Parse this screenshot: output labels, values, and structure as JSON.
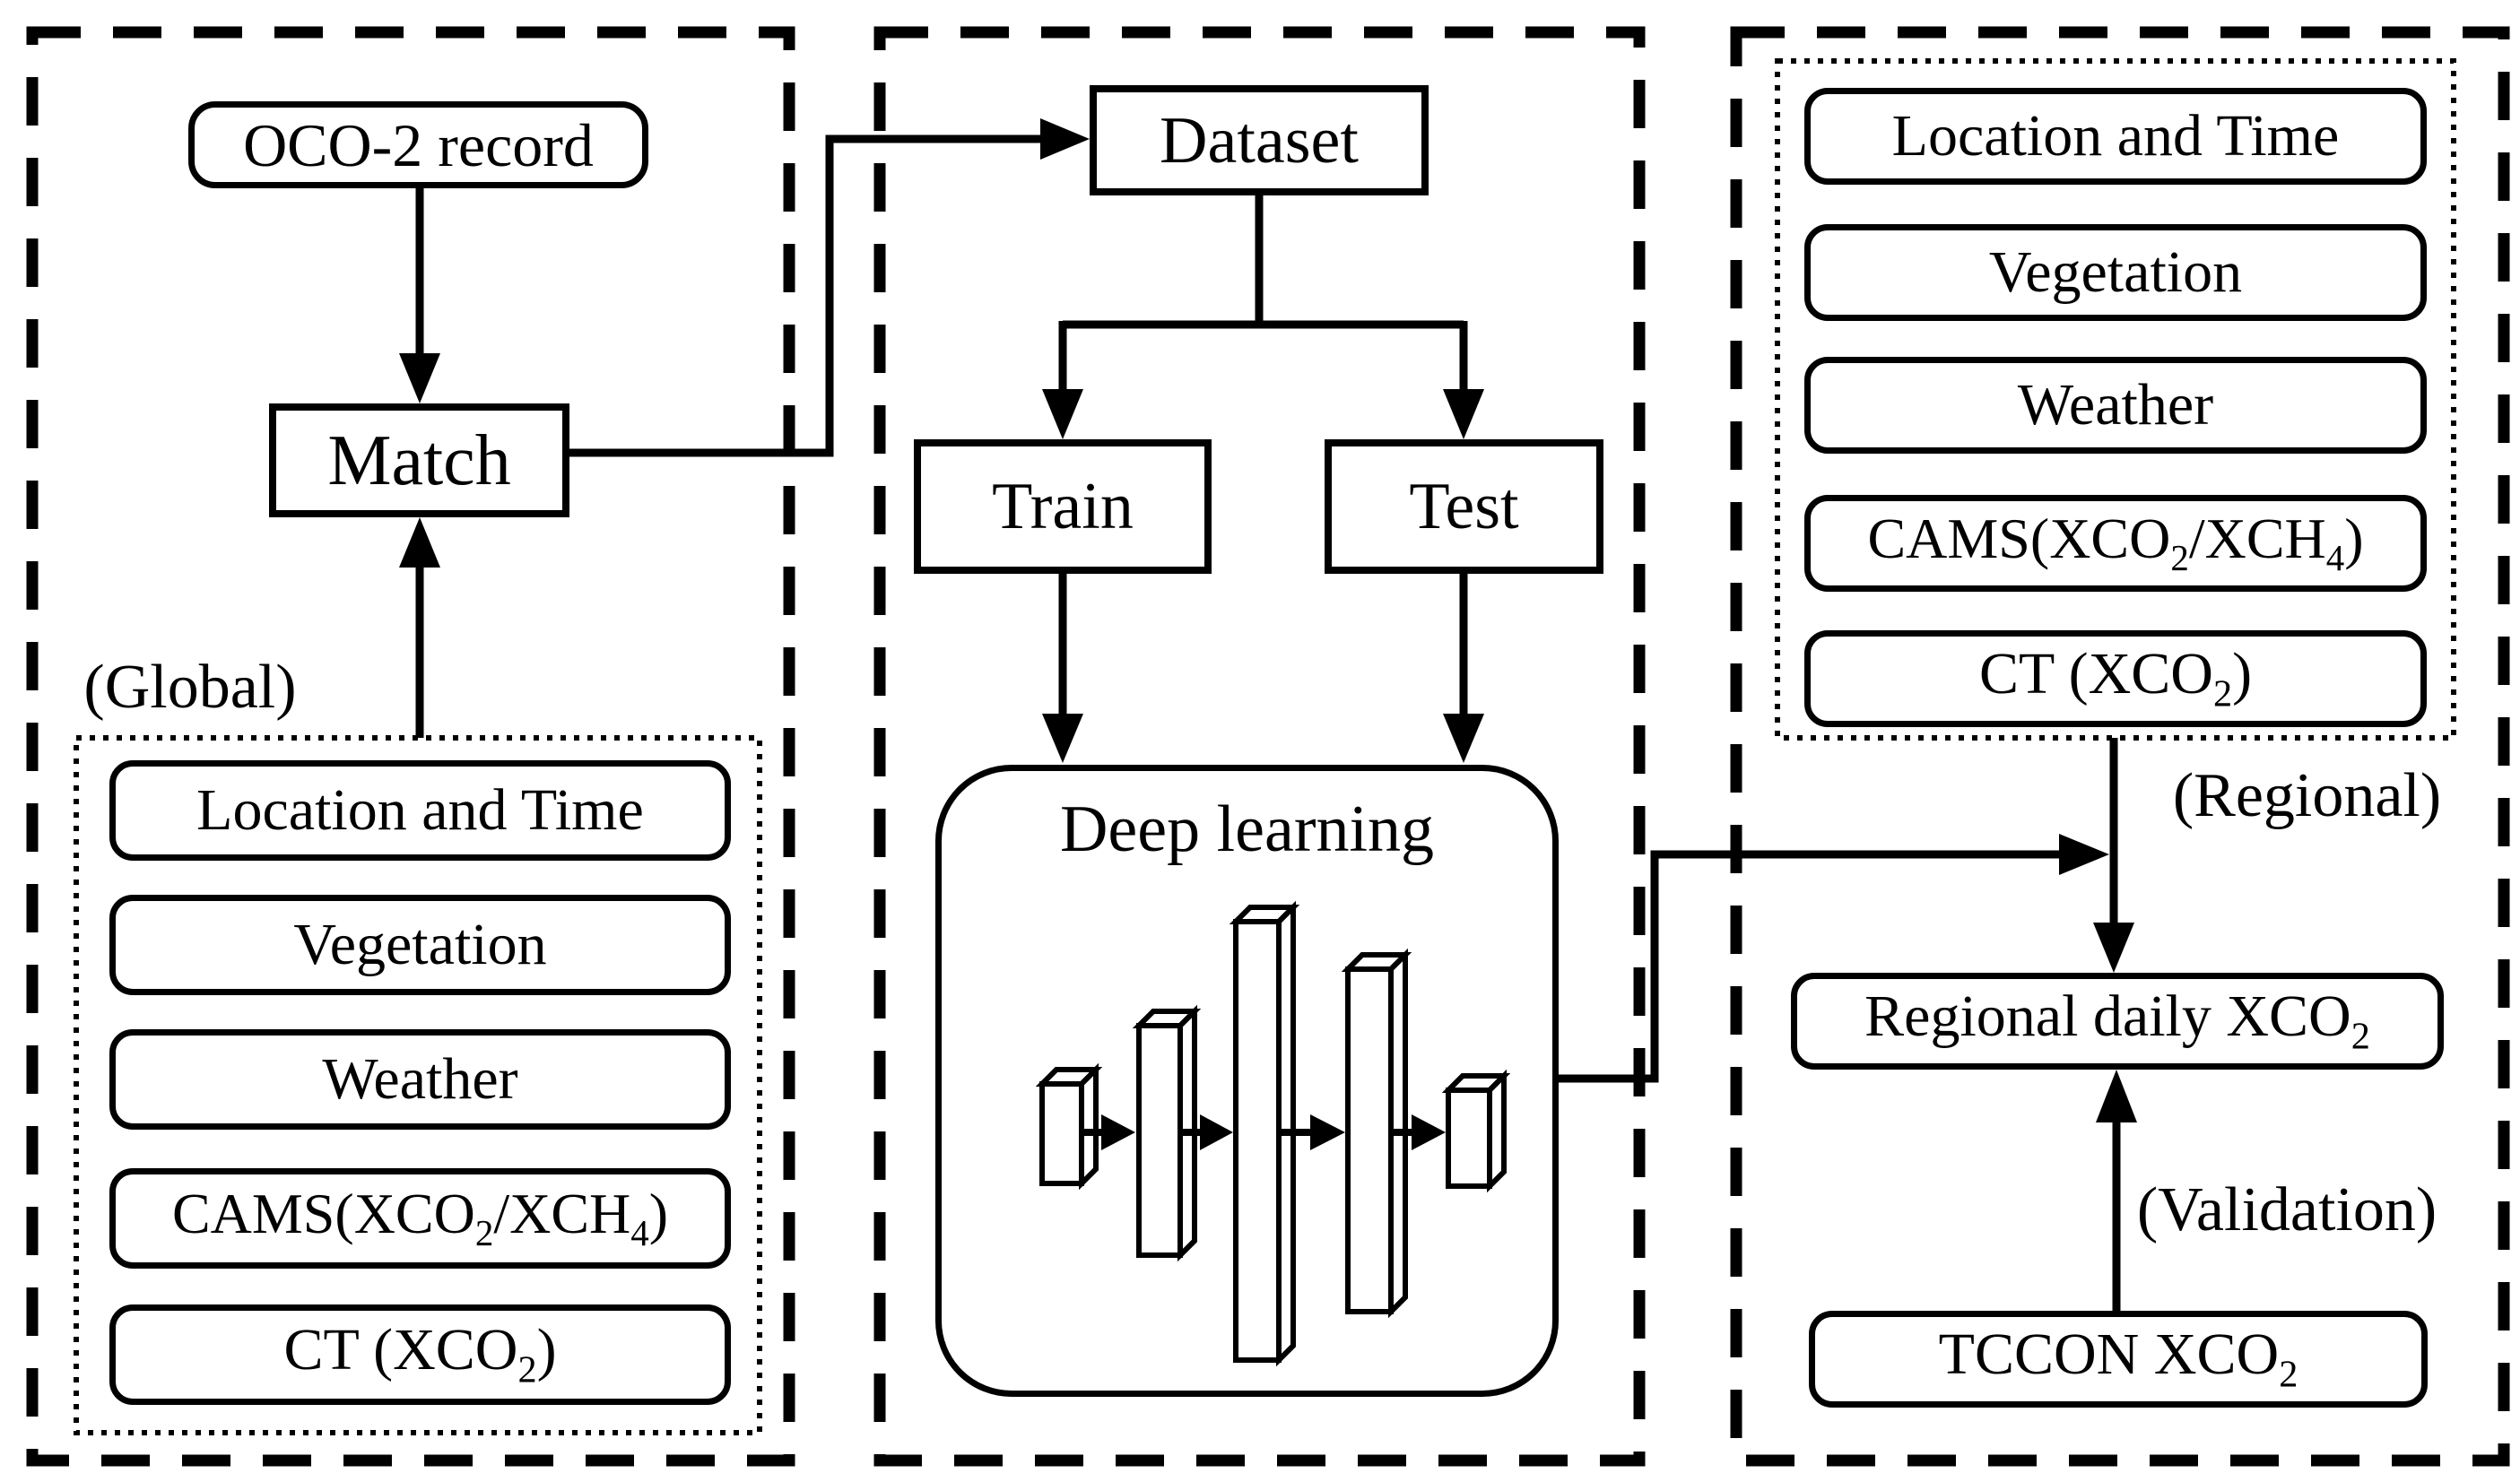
{
  "diagram": {
    "title_hint": "OCO-2 XCO2 deep-learning workflow flowchart",
    "colors": {
      "ink": "#000000",
      "paper": "#ffffff",
      "box_fill": "#ffffff"
    },
    "panels": {
      "global": {
        "label": "(Global)",
        "oco2_box": "OCO-2 record",
        "match_box": "Match",
        "inputs": {
          "location": "Location and Time",
          "vegetation": "Vegetation",
          "weather": "Weather",
          "cams": {
            "pre": "CAMS(XCO",
            "sub1": "2",
            "mid": "/XCH",
            "sub2": "4",
            "post": ")"
          },
          "ct": {
            "pre": "CT (XCO",
            "sub1": "2",
            "post": ")"
          }
        }
      },
      "model": {
        "dataset_box": "Dataset",
        "train_box": "Train",
        "test_box": "Test",
        "deep_learning_box": "Deep learning"
      },
      "regional": {
        "label": "(Regional)",
        "inputs": {
          "location": "Location and Time",
          "vegetation": "Vegetation",
          "weather": "Weather",
          "cams": {
            "pre": "CAMS(XCO",
            "sub1": "2",
            "mid": "/XCH",
            "sub2": "4",
            "post": ")"
          },
          "ct": {
            "pre": "CT (XCO",
            "sub1": "2",
            "post": ")"
          }
        },
        "regional_daily_box": {
          "pre": "Regional daily XCO",
          "sub1": "2"
        },
        "validation_label": "(Validation)",
        "tccon_box": {
          "pre": "TCCON XCO",
          "sub1": "2"
        }
      }
    }
  }
}
